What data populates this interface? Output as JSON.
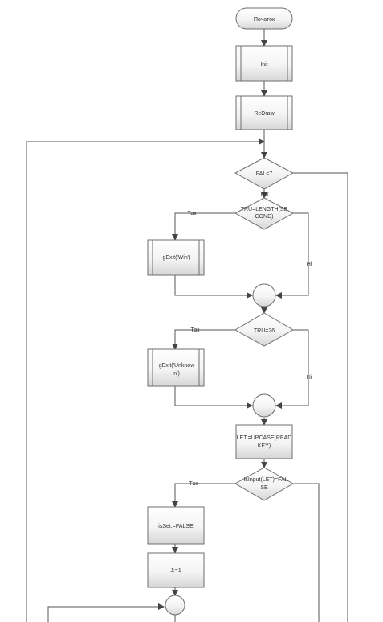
{
  "nodes": {
    "start": "Початок",
    "init": "Init",
    "redraw": "ReDraw",
    "fal_check": "FAL<7",
    "tru_len_line1": "TRU=LENGTH(SE",
    "tru_len_line2": "COND)",
    "gexit_win": "gExit('Win')",
    "tru_26": "TRU=26",
    "gexit_unknown_line1": "gExit('Unknow",
    "gexit_unknown_line2": "n')",
    "let_line1": "LET:=UPCASE(READ",
    "let_line2": "KEY)",
    "isinput_line1": "IsInput(LET)=FAL",
    "isinput_line2": "SE",
    "isset": "isSet:=FALSE",
    "j_assign": "J:=1"
  },
  "edge_labels": {
    "yes": "Так",
    "no": "Ні"
  },
  "colors": {
    "stroke": "#6e6e6e",
    "fill_top": "#ffffff",
    "fill_bottom": "#dcdcdc"
  }
}
